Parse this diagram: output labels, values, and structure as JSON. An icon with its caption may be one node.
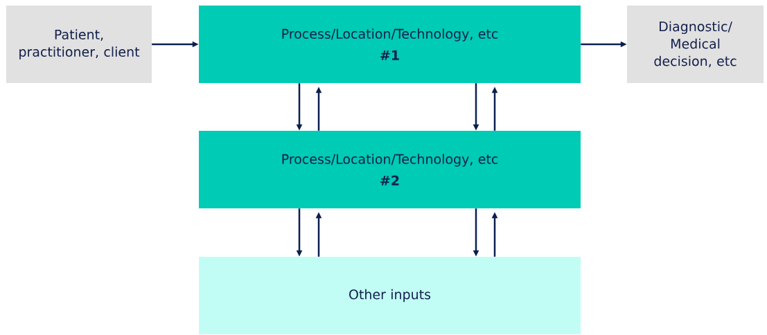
{
  "diagram": {
    "nodes": [
      {
        "text": [
          "Patient, practitioner, client"
        ]
      },
      {
        "text": [
          "Process/Location/Technology, etc",
          "#1"
        ]
      },
      {
        "text": [
          "Diagnostic/ Medical decision, etc"
        ]
      },
      {
        "text": [
          "Process/Location/Technology, etc",
          "#2"
        ]
      },
      {
        "text": [
          "Other inputs"
        ]
      }
    ],
    "edges": [
      {
        "from": 0,
        "to": 1,
        "arrow": "to"
      },
      {
        "from": 1,
        "to": 2,
        "arrow": "to"
      },
      {
        "from": 1,
        "to": 3,
        "arrow": "to"
      },
      {
        "from": 3,
        "to": 1,
        "arrow": "to"
      },
      {
        "from": 1,
        "to": 3,
        "arrow": "to"
      },
      {
        "from": 3,
        "to": 1,
        "arrow": "to"
      },
      {
        "from": 3,
        "to": 4,
        "arrow": "to"
      },
      {
        "from": 4,
        "to": 3,
        "arrow": "to"
      },
      {
        "from": 3,
        "to": 4,
        "arrow": "to"
      },
      {
        "from": 4,
        "to": 3,
        "arrow": "to"
      }
    ]
  }
}
